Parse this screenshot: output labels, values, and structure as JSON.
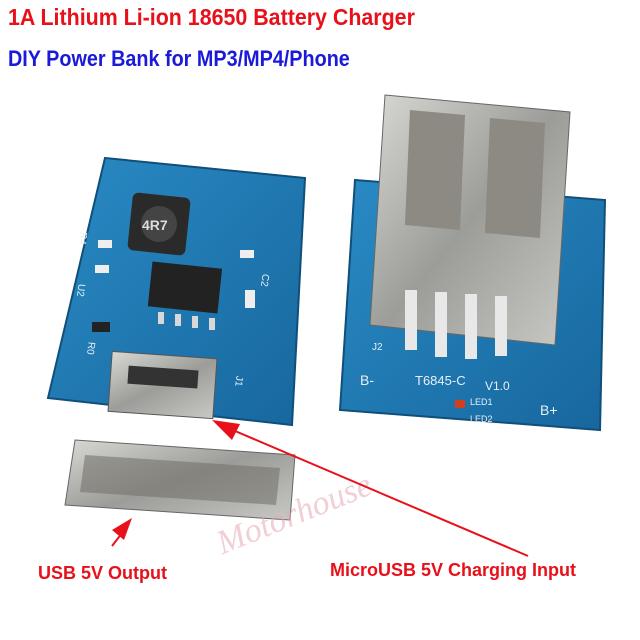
{
  "header": {
    "title": "1A  Lithium Li-ion 18650 Battery Charger",
    "subtitle": "DIY Power Bank  for MP3/MP4/Phone"
  },
  "callouts": {
    "usb_output": "USB 5V Output",
    "microusb_input": "MicroUSB 5V Charging Input"
  },
  "watermark": "Motorhouse",
  "board_markings": {
    "inductor": "4R7",
    "left_labels": [
      "R4",
      "U2",
      "C2",
      "R0",
      "J1"
    ],
    "right_labels": [
      "J2",
      "T6845-C",
      "V1.0",
      "LED1",
      "LED2",
      "B-",
      "B+"
    ]
  },
  "colors": {
    "title": "#e8101a",
    "subtitle": "#1a1ad8",
    "pcb": "#1f7fb8",
    "arrow": "#e8101a"
  }
}
